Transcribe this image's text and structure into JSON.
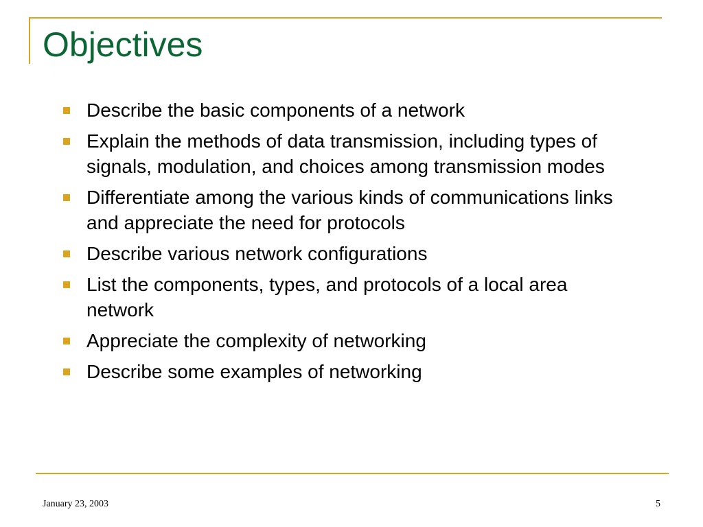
{
  "slide": {
    "title": "Objectives",
    "bullets": [
      {
        "text": "Describe the basic components of a network"
      },
      {
        "text": "Explain the methods of data transmission, including types of signals, modulation, and choices among transmission modes"
      },
      {
        "text": "Differentiate among the various kinds of communications links and appreciate the need for protocols"
      },
      {
        "text": "Describe various network configurations"
      },
      {
        "text": "List the components, types, and protocols of a local area network"
      },
      {
        "text": "Appreciate the complexity of networking"
      },
      {
        "text": "Describe some examples of networking"
      }
    ],
    "footer": {
      "date": "January 23, 2003",
      "page_number": "5"
    }
  },
  "colors": {
    "title": "#0B6633",
    "accent": "#D9A521",
    "text": "#000000",
    "background": "#ffffff"
  }
}
